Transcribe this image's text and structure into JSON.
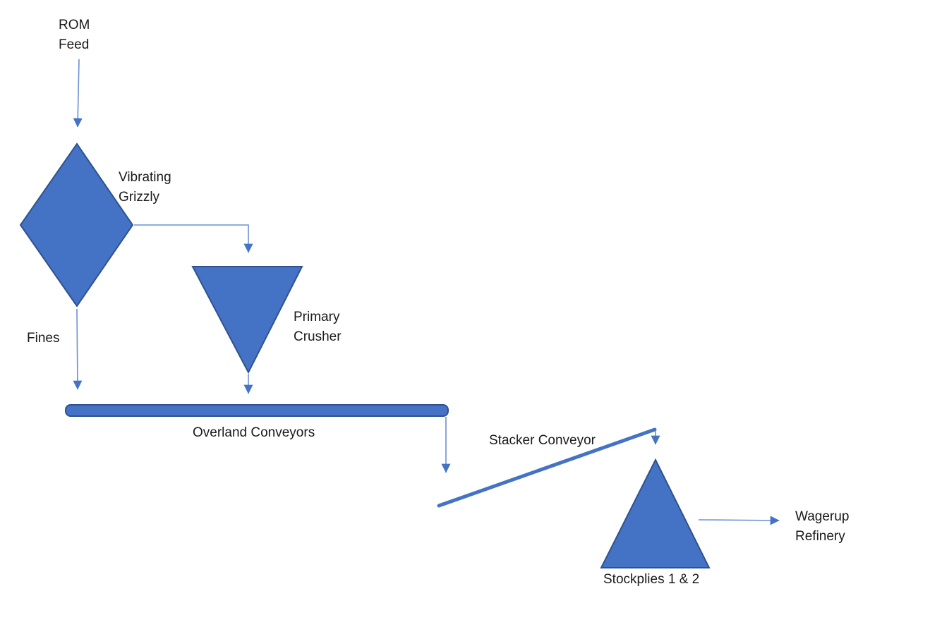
{
  "diagram": {
    "colors": {
      "shape_fill": "#4472C4",
      "shape_border": "#2F528F",
      "arrow_fill": "#4472C4",
      "line_thin": "#6c90d2",
      "line_thick": "#4472C4"
    },
    "nodes": {
      "rom_feed": {
        "label": "ROM\nFeed"
      },
      "vibrating_grizzly": {
        "label": "Vibrating\nGrizzly"
      },
      "primary_crusher": {
        "label": "Primary\nCrusher"
      },
      "fines": {
        "label": "Fines"
      },
      "overland_conveyors": {
        "label": "Overland Conveyors"
      },
      "stacker_conveyor": {
        "label": "Stacker Conveyor"
      },
      "stockpiles": {
        "label": "Stockplies 1 & 2"
      },
      "wagerup_refinery": {
        "label": "Wagerup\nRefinery"
      }
    }
  }
}
